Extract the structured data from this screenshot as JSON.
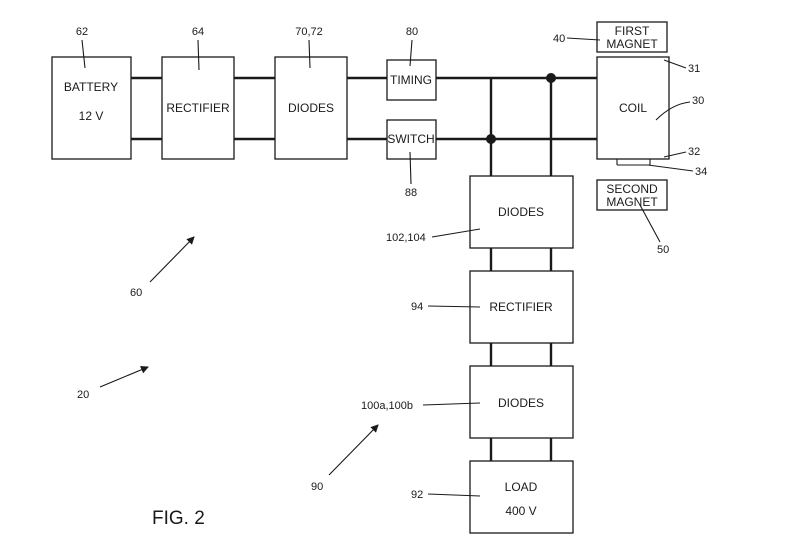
{
  "figure_label": "FIG. 2",
  "blocks": {
    "battery": {
      "line1": "BATTERY",
      "line2": "12 V",
      "ref": "62"
    },
    "rectifier_top": {
      "label": "RECTIFIER",
      "ref": "64"
    },
    "diodes_top": {
      "label": "DIODES",
      "ref": "70,72"
    },
    "timing": {
      "label": "TIMING",
      "ref": "80"
    },
    "switch": {
      "label": "SWITCH",
      "ref": "88"
    },
    "coil": {
      "label": "COIL",
      "ref": "30",
      "ref_top": "31",
      "ref_bottom": "32",
      "ref_side": "34"
    },
    "first_magnet": {
      "line1": "FIRST",
      "line2": "MAGNET",
      "ref": "40"
    },
    "second_magnet": {
      "line1": "SECOND",
      "line2": "MAGNET",
      "ref": "50"
    },
    "diodes_mid": {
      "label": "DIODES",
      "ref": "102,104"
    },
    "rectifier_mid": {
      "label": "RECTIFIER",
      "ref": "94"
    },
    "diodes_low": {
      "label": "DIODES",
      "ref": "100a,100b"
    },
    "load": {
      "line1": "LOAD",
      "line2": "400 V",
      "ref": "92"
    }
  },
  "pointer_refs": {
    "circuit_60": "60",
    "device_20": "20",
    "circuit_90": "90"
  }
}
